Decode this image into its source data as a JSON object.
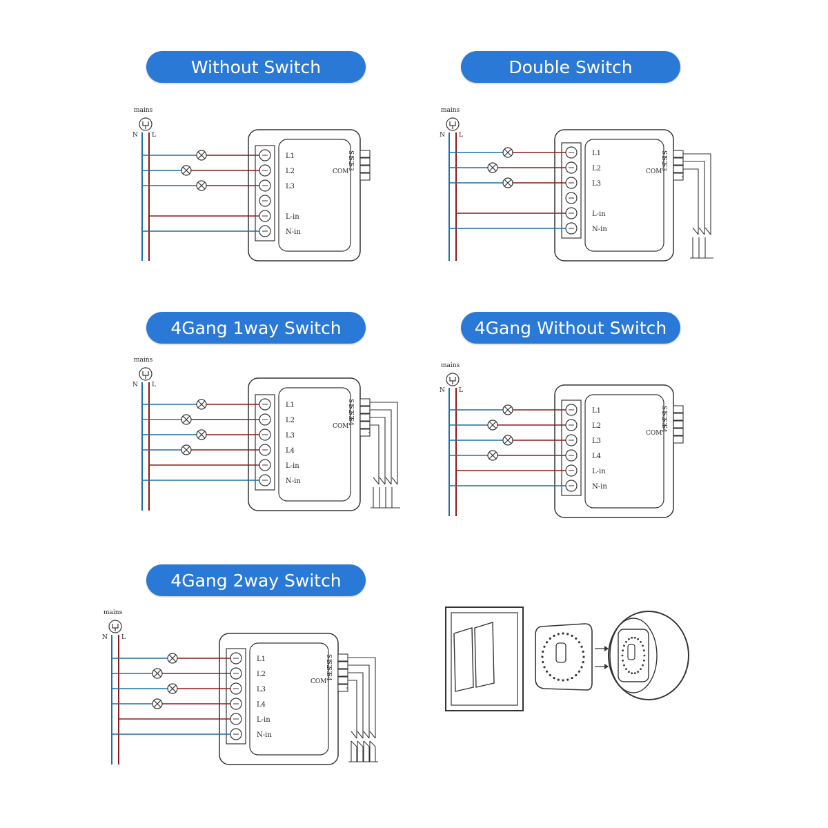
{
  "panels": [
    {
      "title": "Without Switch",
      "mains": "mains",
      "n": "N",
      "l": "L",
      "terminals": [
        "L1",
        "L2",
        "L3",
        "",
        "L-in",
        "N-in"
      ],
      "switch_labels": [
        "S1",
        "S2",
        "S3",
        "COM"
      ]
    },
    {
      "title": "Double Switch",
      "mains": "mains",
      "n": "N",
      "l": "L",
      "terminals": [
        "L1",
        "L2",
        "L3",
        "",
        "L-in",
        "N-in"
      ],
      "switch_labels": [
        "S1",
        "S2",
        "S3",
        "COM"
      ]
    },
    {
      "title": "4Gang 1way Switch",
      "mains": "mains",
      "n": "N",
      "l": "L",
      "terminals": [
        "L1",
        "L2",
        "L3",
        "L4",
        "L-in",
        "N-in"
      ],
      "switch_labels": [
        "S1",
        "S2",
        "S3",
        "S4",
        "COM"
      ]
    },
    {
      "title": "4Gang Without Switch",
      "mains": "mains",
      "n": "N",
      "l": "L",
      "terminals": [
        "L1",
        "L2",
        "L3",
        "L4",
        "L-in",
        "N-in"
      ],
      "switch_labels": [
        "S1",
        "S2",
        "S3",
        "S4",
        "COM"
      ]
    },
    {
      "title": "4Gang 2way Switch",
      "mains": "mains",
      "n": "N",
      "l": "L",
      "terminals": [
        "L1",
        "L2",
        "L3",
        "L4",
        "L-in",
        "N-in"
      ],
      "switch_labels": [
        "S1",
        "S2",
        "S3",
        "S4",
        "COM"
      ]
    }
  ],
  "colors": {
    "title_bg": "#2b79d6",
    "live_wire": "#8b1a1a",
    "neutral_wire": "#1f6f9f",
    "outline": "#333333"
  }
}
